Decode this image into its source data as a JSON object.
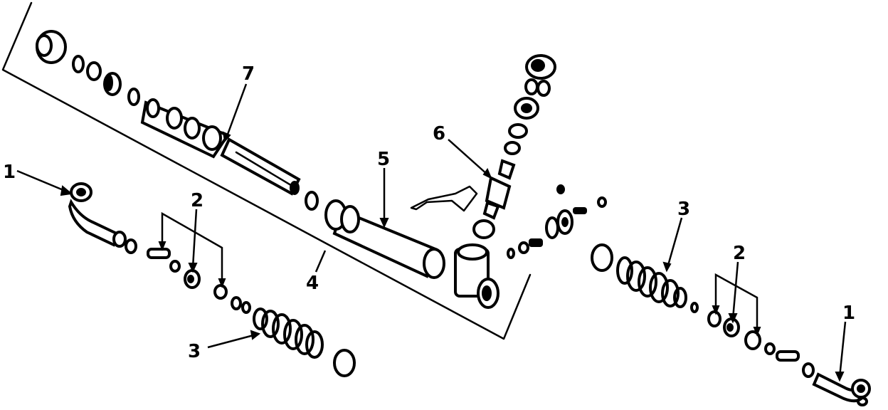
{
  "diagram": {
    "background_color": "#ffffff",
    "ink_color": "#000000",
    "callouts": {
      "tie_rod_end_left": "1",
      "tie_rod_end_right": "1",
      "inner_parts_left": "2",
      "inner_parts_right": "2",
      "boot_left": "3",
      "boot_right": "3",
      "rack_assembly": "4",
      "housing": "5",
      "pinion_valve": "6",
      "rack": "7"
    }
  }
}
